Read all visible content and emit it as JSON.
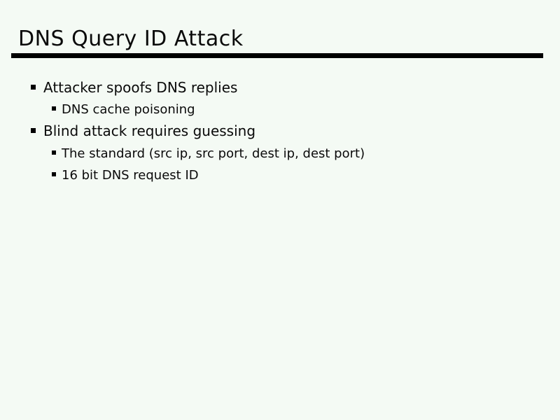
{
  "slide": {
    "title": "DNS Query ID Attack",
    "bullets": [
      {
        "level": 1,
        "text": "Attacker spoofs DNS replies"
      },
      {
        "level": 2,
        "text": "DNS cache poisoning"
      },
      {
        "level": 1,
        "text": "Blind attack requires guessing"
      },
      {
        "level": 2,
        "text": "The standard (src ip, src port, dest ip, dest port)"
      },
      {
        "level": 2,
        "text": "16 bit DNS request ID"
      }
    ],
    "colors": {
      "background": "#f4faf4",
      "text": "#0a0a0a",
      "rule": "#000000"
    }
  }
}
